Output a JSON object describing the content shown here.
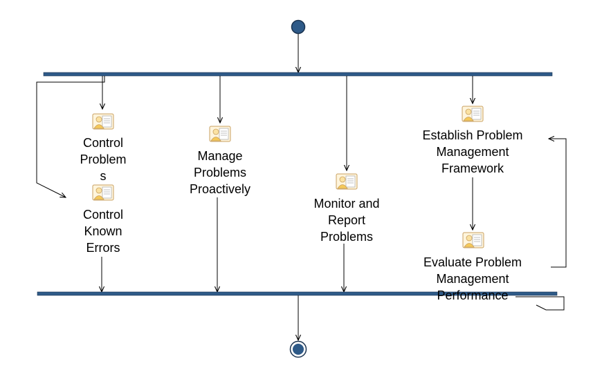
{
  "colors": {
    "node_fill": "#2e5a88",
    "node_stroke": "#1a3350",
    "bar_fill": "#2e5a88",
    "line": "#000000",
    "icon_fill": "#fbe2a2",
    "icon_stroke": "#c8a060"
  },
  "activities": [
    {
      "id": "control-problems",
      "label": "Control\nProblem\ns",
      "icon": "activity-user-icon"
    },
    {
      "id": "control-known-errors",
      "label": "Control\nKnown\nErrors",
      "icon": "activity-user-icon"
    },
    {
      "id": "manage-problems-proactively",
      "label": "Manage\nProblems\nProactively",
      "icon": "activity-user-icon"
    },
    {
      "id": "monitor-and-report-problems",
      "label": "Monitor and\nReport\nProblems",
      "icon": "activity-user-icon"
    },
    {
      "id": "establish-problem-management-framework",
      "label": "Establish Problem\nManagement\nFramework",
      "icon": "activity-user-icon"
    },
    {
      "id": "evaluate-problem-management-performance",
      "label": "Evaluate Problem\nManagement\nPerformance",
      "icon": "activity-user-icon"
    }
  ]
}
